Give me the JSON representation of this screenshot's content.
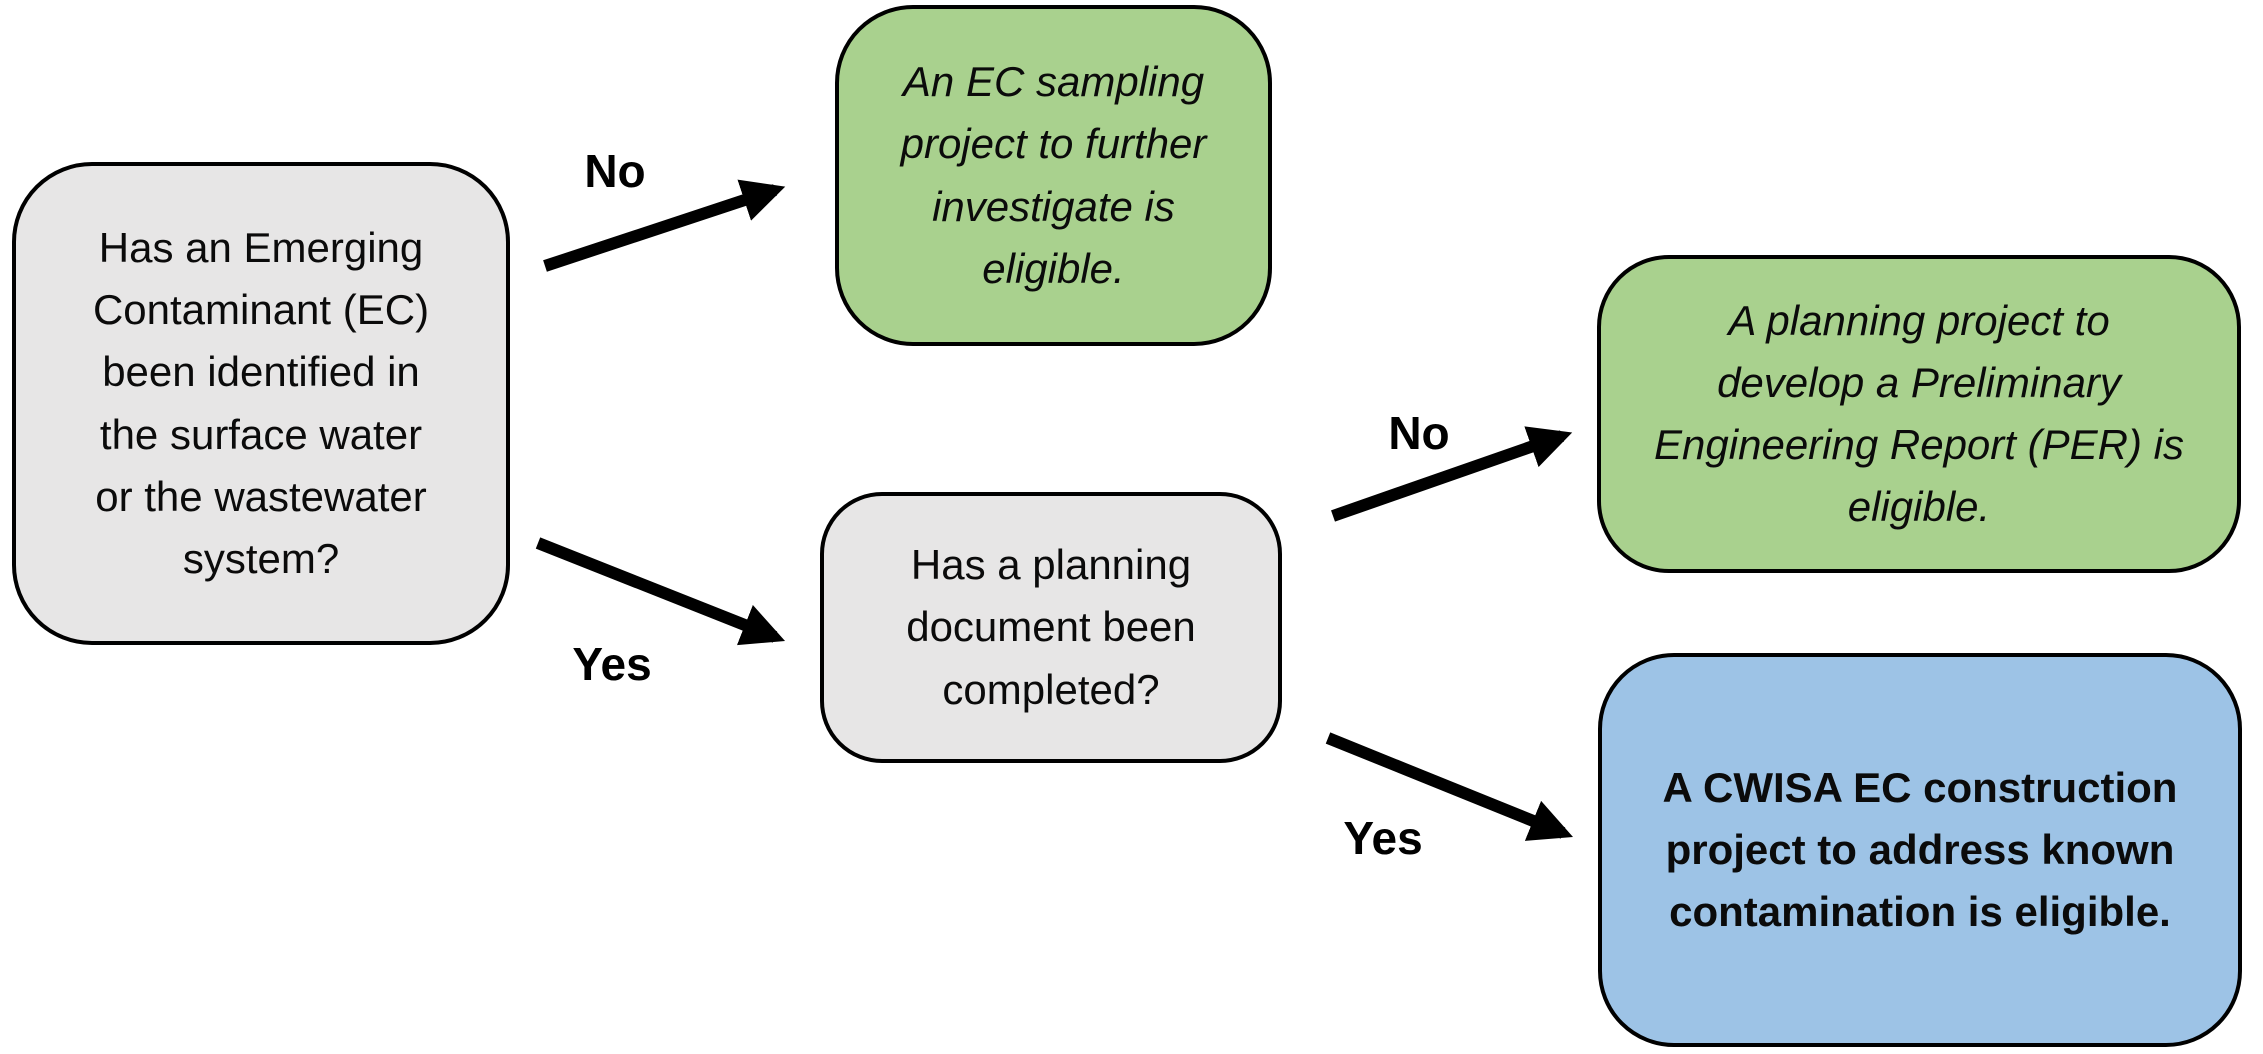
{
  "diagram": {
    "type": "flowchart",
    "background": "#FFFFFF",
    "colors": {
      "question_fill": "#E7E6E6",
      "eligible_fill": "#A9D18E",
      "construction_fill": "#9DC3E6",
      "outline": "#000000",
      "arrow": "#000000",
      "text": "#0B0B0B"
    },
    "nodes": {
      "q_ec_identified": {
        "role": "question",
        "lines": [
          "Has an Emerging",
          "Contaminant (EC)",
          "been identified in",
          "the surface water",
          "or the wastewater",
          "system?"
        ]
      },
      "outcome_sampling": {
        "role": "outcome",
        "lines": [
          "An EC sampling",
          "project to further",
          "investigate is",
          "eligible."
        ]
      },
      "q_planning_doc": {
        "role": "question",
        "lines": [
          "Has a planning",
          "document been",
          "completed?"
        ]
      },
      "outcome_per": {
        "role": "outcome",
        "lines": [
          "A planning project to",
          "develop a Preliminary",
          "Engineering Report (PER) is",
          "eligible."
        ]
      },
      "outcome_construction": {
        "role": "outcome",
        "lines": [
          "A CWISA EC construction",
          "project to address known",
          "contamination is eligible."
        ]
      }
    },
    "edges": {
      "no_to_sampling": {
        "label": "No"
      },
      "yes_to_planning": {
        "label": "Yes"
      },
      "no_to_per": {
        "label": "No"
      },
      "yes_to_construction": {
        "label": "Yes"
      }
    }
  }
}
